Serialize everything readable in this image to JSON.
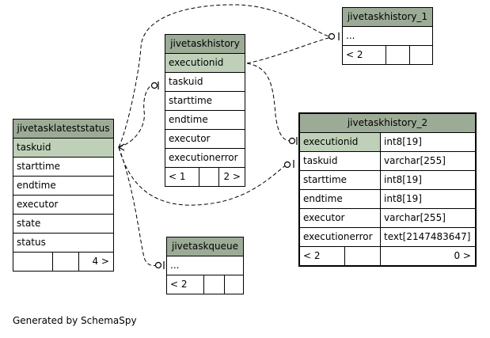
{
  "tables": {
    "jivetasklateststatus": {
      "name": "jivetasklateststatus",
      "columns": [
        "taskuid",
        "starttime",
        "endtime",
        "executor",
        "state",
        "status"
      ],
      "footer": [
        "",
        "",
        "4 >"
      ]
    },
    "jivetaskhistory": {
      "name": "jivetaskhistory",
      "columns": [
        "executionid",
        "taskuid",
        "starttime",
        "endtime",
        "executor",
        "executionerror"
      ],
      "footer": [
        "< 1",
        "",
        "2 >"
      ]
    },
    "jivetaskhistory_1": {
      "name": "jivetaskhistory_1",
      "columns": [
        "..."
      ],
      "footer": [
        "< 2",
        "",
        ""
      ]
    },
    "jivetaskqueue": {
      "name": "jivetaskqueue",
      "columns": [
        "..."
      ],
      "footer": [
        "< 2",
        "",
        ""
      ]
    },
    "jivetaskhistory_2": {
      "name": "jivetaskhistory_2",
      "columns": [
        {
          "name": "executionid",
          "type": "int8[19]"
        },
        {
          "name": "taskuid",
          "type": "varchar[255]"
        },
        {
          "name": "starttime",
          "type": "int8[19]"
        },
        {
          "name": "endtime",
          "type": "int8[19]"
        },
        {
          "name": "executor",
          "type": "varchar[255]"
        },
        {
          "name": "executionerror",
          "type": "text[2147483647]"
        }
      ],
      "footer": [
        "< 2",
        "",
        "0 >"
      ]
    }
  },
  "credit": "Generated by SchemaSpy",
  "colors": {
    "header": "#9bab96",
    "key_column": "#bed1b8",
    "border": "#000000",
    "background": "#ffffff"
  }
}
